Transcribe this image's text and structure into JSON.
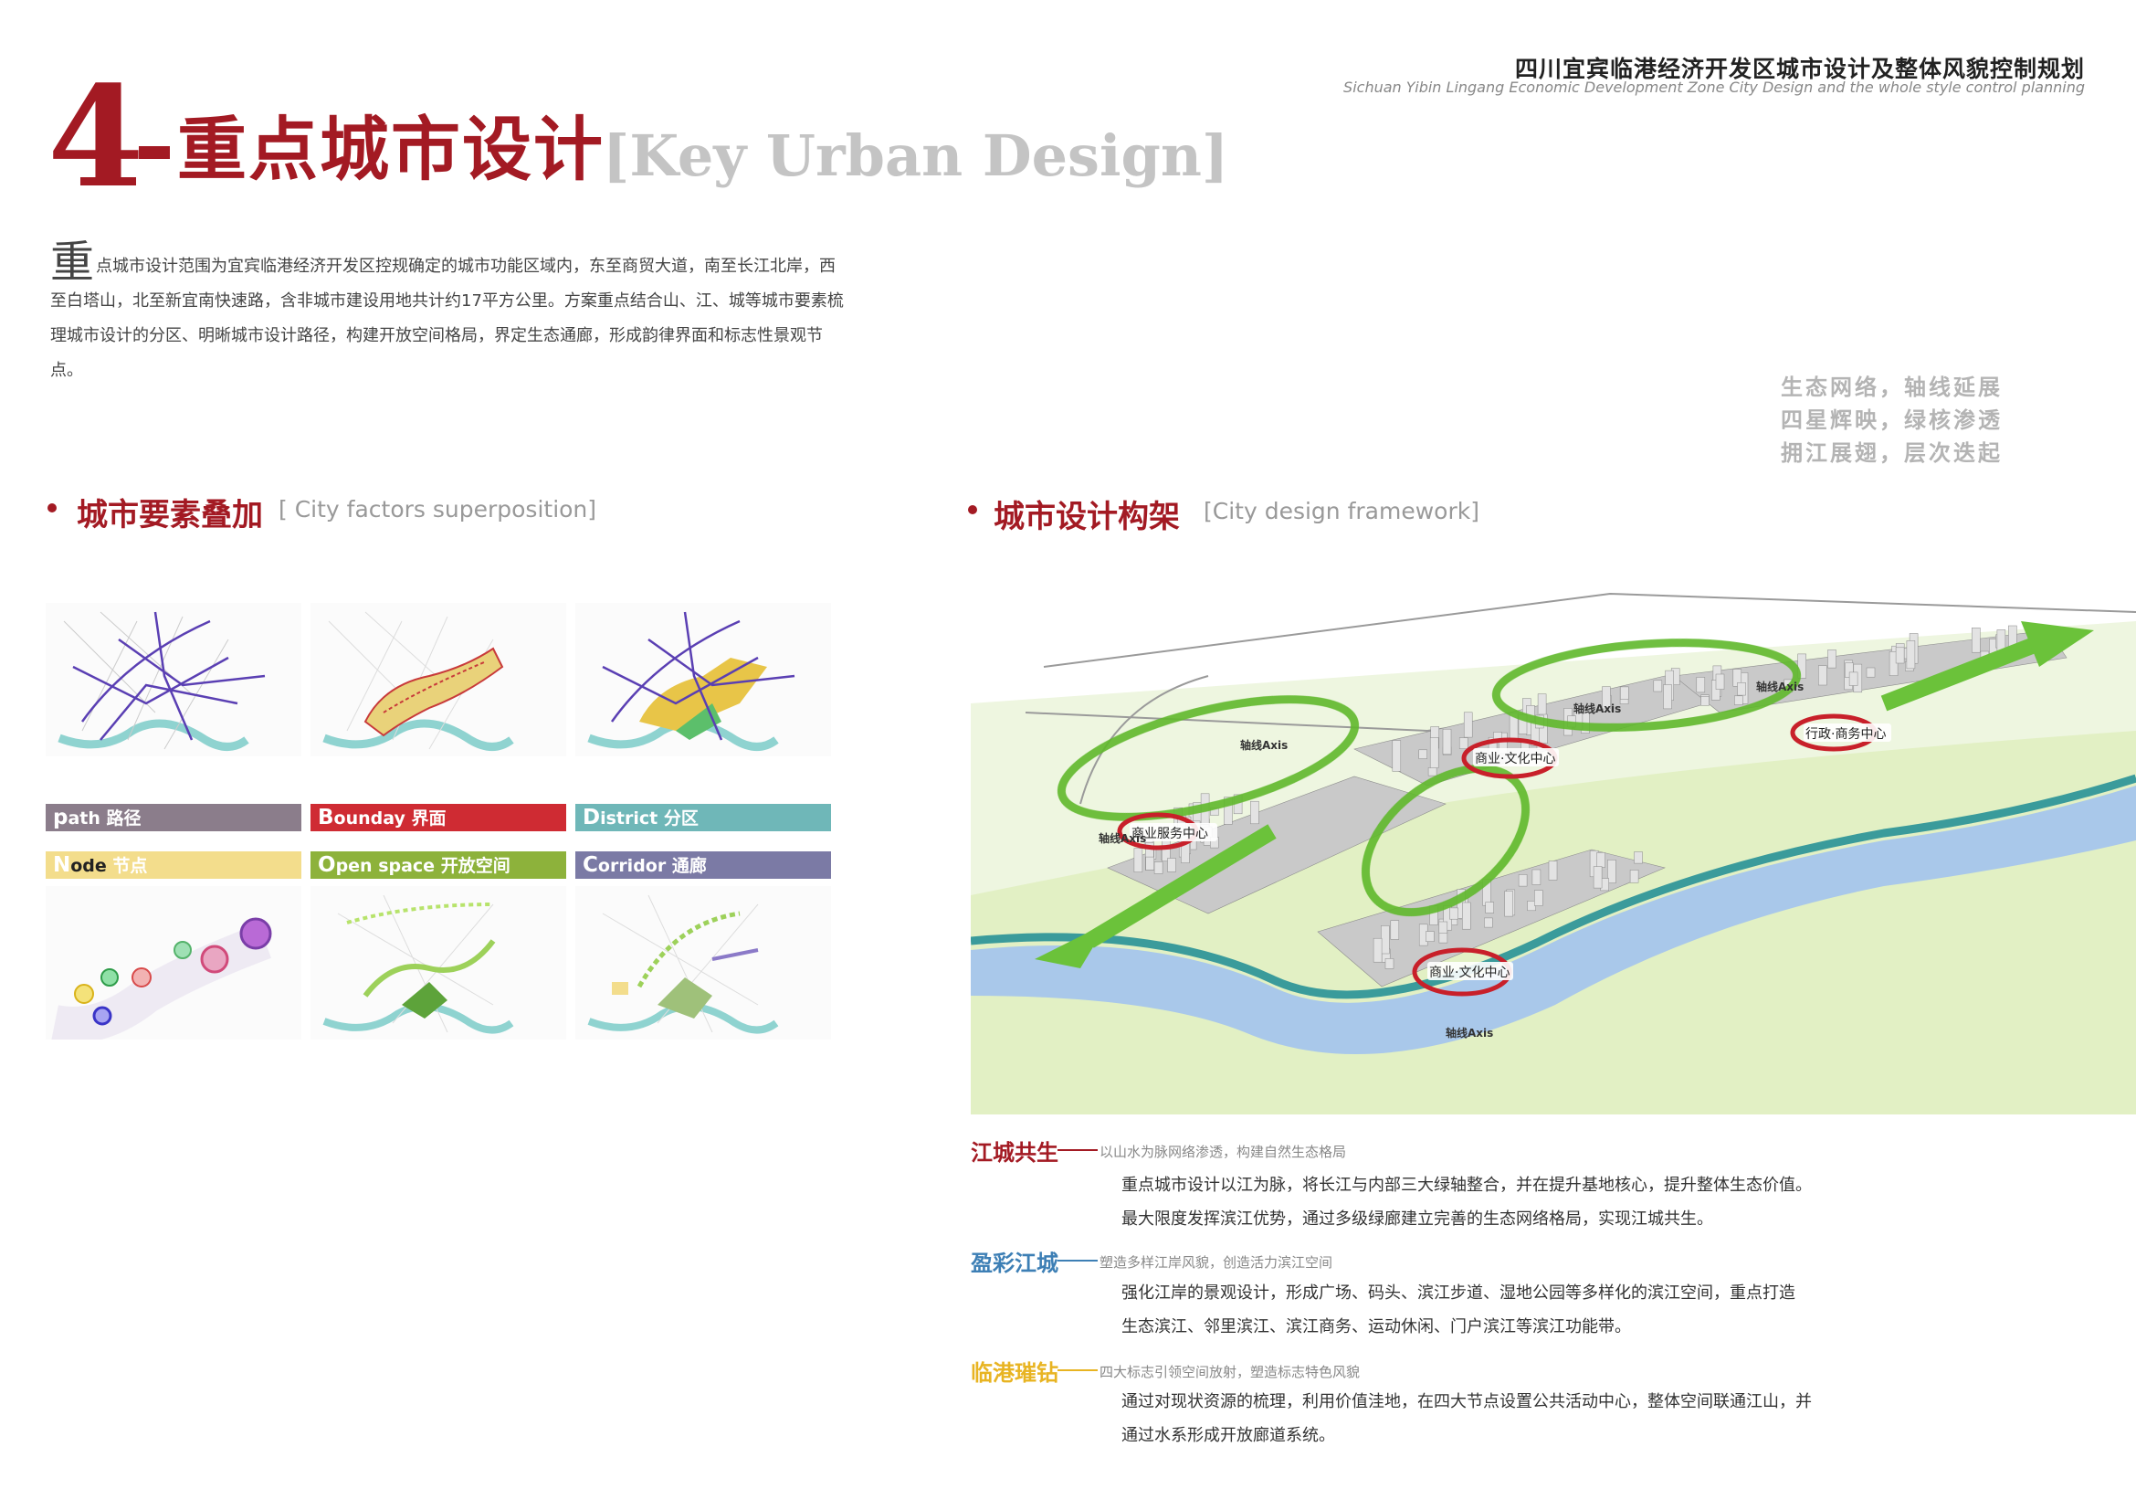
{
  "header": {
    "title_cn": "四川宜宾临港经济开发区城市设计及整体风貌控制规划",
    "title_en": "Sichuan Yibin Lingang Economic Development Zone City Design and the whole style control planning"
  },
  "page_title": {
    "number": "4",
    "cn": "重点城市设计",
    "en": "[Key Urban Design]"
  },
  "intro": {
    "first_char": "重",
    "text": "点城市设计范围为宜宾临港经济开发区控规确定的城市功能区域内，东至商贸大道，南至长江北岸，西至白塔山，北至新宜南快速路，含非城市建设用地共计约17平方公里。方案重点结合山、江、城等城市要素梳理城市设计的分区、明晰城市设计路径，构建开放空间格局，界定生态通廊，形成韵律界面和标志性景观节点。"
  },
  "slogan": [
    "生态网络，轴线延展",
    "四星辉映，绿核渗透",
    "拥江展翅，层次迭起"
  ],
  "section_left": {
    "cn": "城市要素叠加",
    "en": "[ City factors superposition]"
  },
  "section_right": {
    "cn": "城市设计构架",
    "en": "[City design framework]"
  },
  "elements": [
    {
      "initial": "p",
      "rest": "ath",
      "cn": "路径",
      "color": "#8b7d8b"
    },
    {
      "initial": "B",
      "rest": "ounday",
      "cn": "界面",
      "color": "#cf2b33"
    },
    {
      "initial": "D",
      "rest": "istrict",
      "cn": "分区",
      "color": "#6fb7b8"
    },
    {
      "initial": "N",
      "rest": "ode",
      "cn": "节点",
      "color": "#f3dd8c"
    },
    {
      "initial": "O",
      "rest": "pen space",
      "cn": "开放空间",
      "color": "#8db23b"
    },
    {
      "initial": "C",
      "rest": "orridor",
      "cn": "通廊",
      "color": "#7b7aa5"
    }
  ],
  "framework_labels": {
    "centers": [
      "商业服务中心",
      "商业·文化中心",
      "行政·商务中心",
      "商业·文化中心"
    ],
    "axes": [
      "轴线Axis",
      "轴线Axis",
      "轴线Axis",
      "轴线Axis",
      "轴线Axis"
    ]
  },
  "points": [
    {
      "title": "江城共生",
      "subtitle": "以山水为脉网络渗透，构建自然生态格局",
      "color": "#a31a23",
      "body": [
        "重点城市设计以江为脉，将长江与内部三大绿轴整合，并在提升基地核心，提升整体生态价值。",
        "最大限度发挥滨江优势，通过多级绿廊建立完善的生态网络格局，实现江城共生。"
      ]
    },
    {
      "title": "盈彩江城",
      "subtitle": "塑造多样江岸风貌，创造活力滨江空间",
      "color": "#3d7fb5",
      "body": [
        "强化江岸的景观设计，形成广场、码头、滨江步道、湿地公园等多样化的滨江空间，重点打造",
        "生态滨江、邻里滨江、滨江商务、运动休闲、门户滨江等滨江功能带。"
      ]
    },
    {
      "title": "临港璀钻",
      "subtitle": "四大标志引领空间放射，塑造标志特色风貌",
      "color": "#e8b422",
      "body": [
        "通过对现状资源的梳理，利用价值洼地，在四大节点设置公共活动中心，整体空间联通江山，并",
        "通过水系形成开放廊道系统。"
      ]
    }
  ]
}
